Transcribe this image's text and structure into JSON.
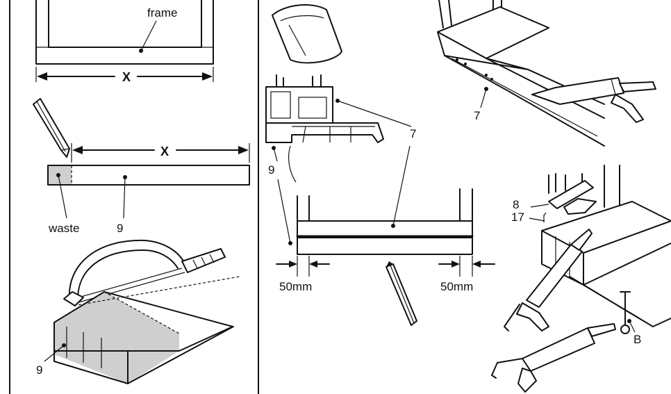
{
  "labels": {
    "frame": "frame",
    "x_top": "X",
    "x_mid": "X",
    "waste": "waste",
    "nine_a": "9",
    "nine_b": "9",
    "seven_a": "7",
    "seven_b": "7",
    "nine_c": "9",
    "dim_left": "50mm",
    "dim_right": "50mm",
    "eight": "8",
    "seventeen": "17",
    "b": "B"
  }
}
